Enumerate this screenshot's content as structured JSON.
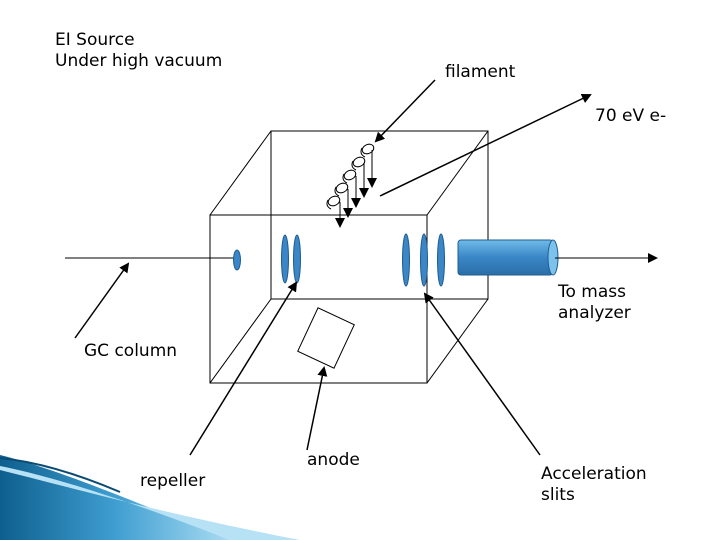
{
  "title": {
    "line1": "EI Source",
    "line2": "Under high vacuum"
  },
  "labels": {
    "filament": "filament",
    "electron_beam": "70 eV e-",
    "to_mass_analyzer": {
      "line1": "To mass",
      "line2": "analyzer"
    },
    "gc_column": "GC column",
    "anode": "anode",
    "repeller": "repeller",
    "acceleration_slits": {
      "line1": "Acceleration",
      "line2": "slits"
    }
  },
  "colors": {
    "outline": "#000000",
    "accent_blue": "#3a86c6",
    "cylinder_top": "#57a8e0",
    "corner_swoosh_dark": "#0d5f8e",
    "corner_swoosh_light": "#7fc6e8"
  }
}
